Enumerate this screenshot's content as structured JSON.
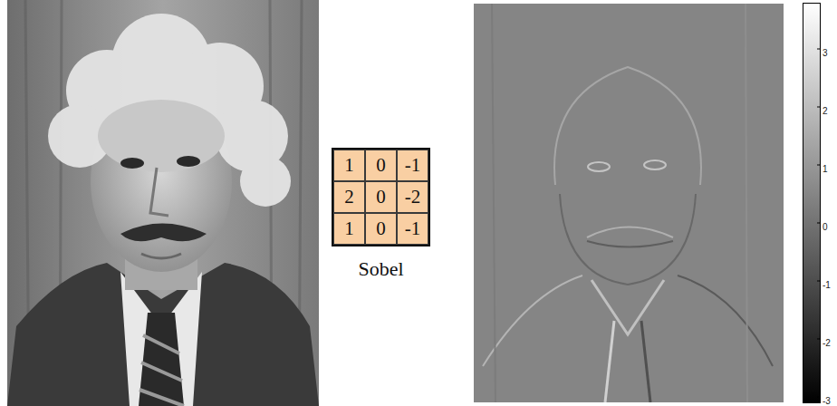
{
  "diagram": {
    "labels": [
      "1",
      "0",
      "-1",
      "2",
      "0",
      "-2",
      "1",
      "0",
      "-1",
      "Sobel",
      "3",
      "2",
      "1",
      "0",
      "-1",
      "-2",
      "-3"
    ]
  }
}
